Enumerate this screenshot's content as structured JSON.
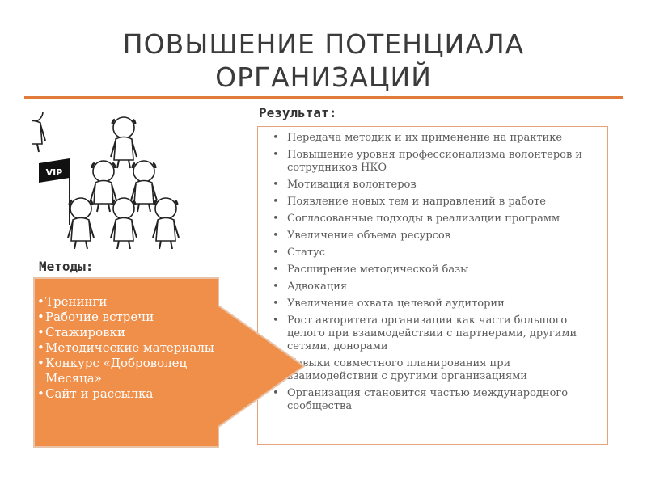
{
  "title": {
    "line1": "ПОВЫШЕНИЕ ПОТЕНЦИАЛА",
    "line2": "ОРГАНИЗАЦИЙ"
  },
  "results": {
    "heading": "Результат:",
    "items": [
      "Передача методик и их применение на практике",
      "Повышение уровня профессионализма волонтеров и сотрудников НКО",
      "Мотивация волонтеров",
      "Появление новых тем и направлений в работе",
      "Согласованные подходы в реализации программ",
      "Увеличение объема ресурсов",
      "Статус",
      "Расширение методической базы",
      "Адвокация",
      "Увеличение охвата целевой аудитории",
      "Рост авторитета организации как части большого целого при взаимодействии с партнерами, другими сетями, донорами",
      "Навыки совместного планирования при взаимодействии с другими организациями",
      "Организация становится частью международного сообщества"
    ],
    "bullet_visible": [
      true,
      true,
      true,
      true,
      true,
      true,
      true,
      true,
      true,
      true,
      true,
      false,
      true
    ]
  },
  "methods": {
    "heading": "Методы:",
    "items": [
      "Тренинги",
      "Рабочие встречи",
      "Стажировки",
      "Методические материалы",
      "Конкурс «Доброволец Месяца»",
      "Сайт и рассылка"
    ]
  },
  "illustration": {
    "flag_text": "VIP"
  },
  "colors": {
    "accent": "#e07b39",
    "arrow_fill": "#f08f4a",
    "arrow_stroke": "#e8c3a8",
    "box_border": "#e8a27a",
    "body_text": "#5a5a5a",
    "title_text": "#3b3b3b"
  }
}
